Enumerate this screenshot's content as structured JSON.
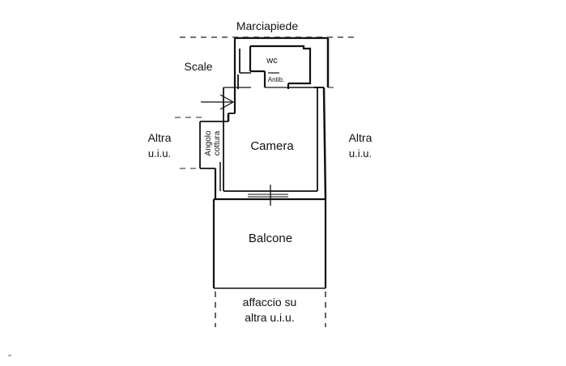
{
  "plan": {
    "title": "Marciapiede",
    "stairs": "Scale",
    "other_unit_left": [
      "Altra",
      "u.i.u."
    ],
    "other_unit_right": [
      "Altra",
      "u.i.u."
    ],
    "corner_kitchen": [
      "Angolo",
      "cottura"
    ],
    "bathroom": "wc",
    "antibath": "Antib.",
    "room": "Camera",
    "balcony": "Balcone",
    "overlook": [
      "affaccio su",
      "altra u.i.u."
    ],
    "footer_mark": "-"
  },
  "colors": {
    "ink": "#111111",
    "background": "#ffffff"
  }
}
